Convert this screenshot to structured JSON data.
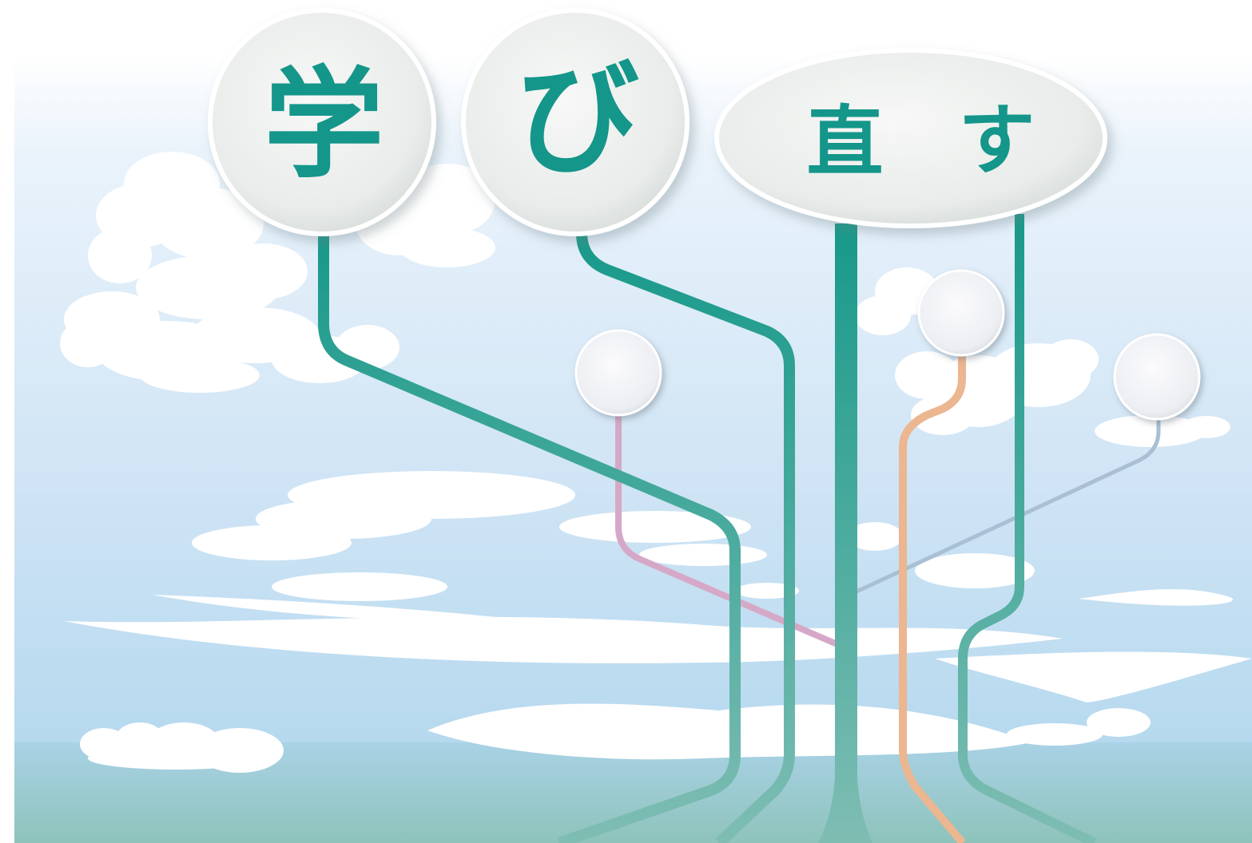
{
  "title": {
    "char1": "学",
    "char2": "び",
    "char3": "直",
    "char4": "す"
  },
  "colors": {
    "sky_top": "#ffffff",
    "sky_mid": "#d6e9f8",
    "sky_bottom": "#aed3ec",
    "ground": "#8ec4be",
    "trunk_teal": "#1d9b8c",
    "title_green": "#14968a",
    "line_pink": "#d7a9c8",
    "line_orange": "#eab890",
    "line_blue": "#a9bfd3",
    "bubble": "#eef0ef"
  },
  "icons": [
    "title-bubble",
    "small-bubble",
    "cloud",
    "branch-line"
  ]
}
